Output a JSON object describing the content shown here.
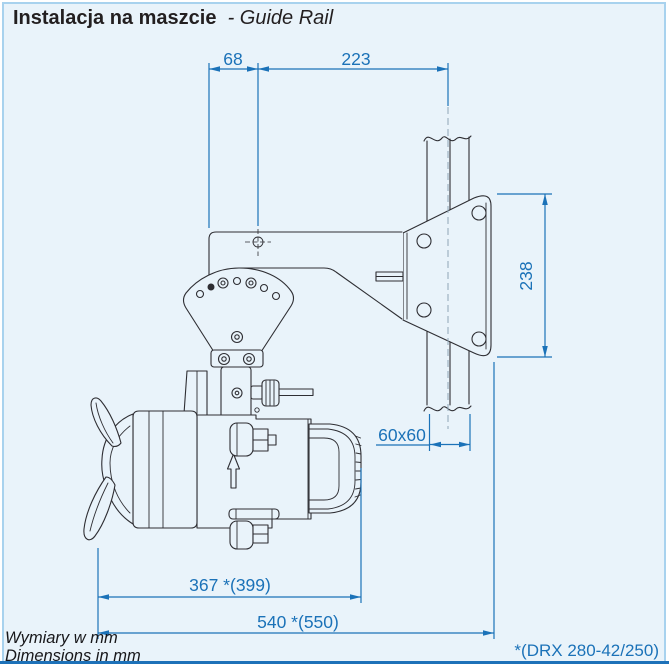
{
  "title": {
    "product": "Instalacja na maszcie",
    "variant": "- Guide Rail"
  },
  "dimension_labels": {
    "bracket_offset": "68",
    "arm_length": "223",
    "plate_height": "238",
    "rail_section": "60x60",
    "motor_length": "367 *(399)",
    "total_length": "540 *(550)"
  },
  "footer": {
    "units_note_pl": "Wymiary w mm",
    "units_note_en": "Dimensions in mm",
    "model_note": "*(DRX 280-42/250)"
  },
  "colors": {
    "dimension_blue": "#1b72b8",
    "drawing_line": "#2e2e33",
    "background": "#e9f3fa",
    "frame_light_blue": "#a8d2ee",
    "frame_bottom_blue": "#1d71b8"
  }
}
